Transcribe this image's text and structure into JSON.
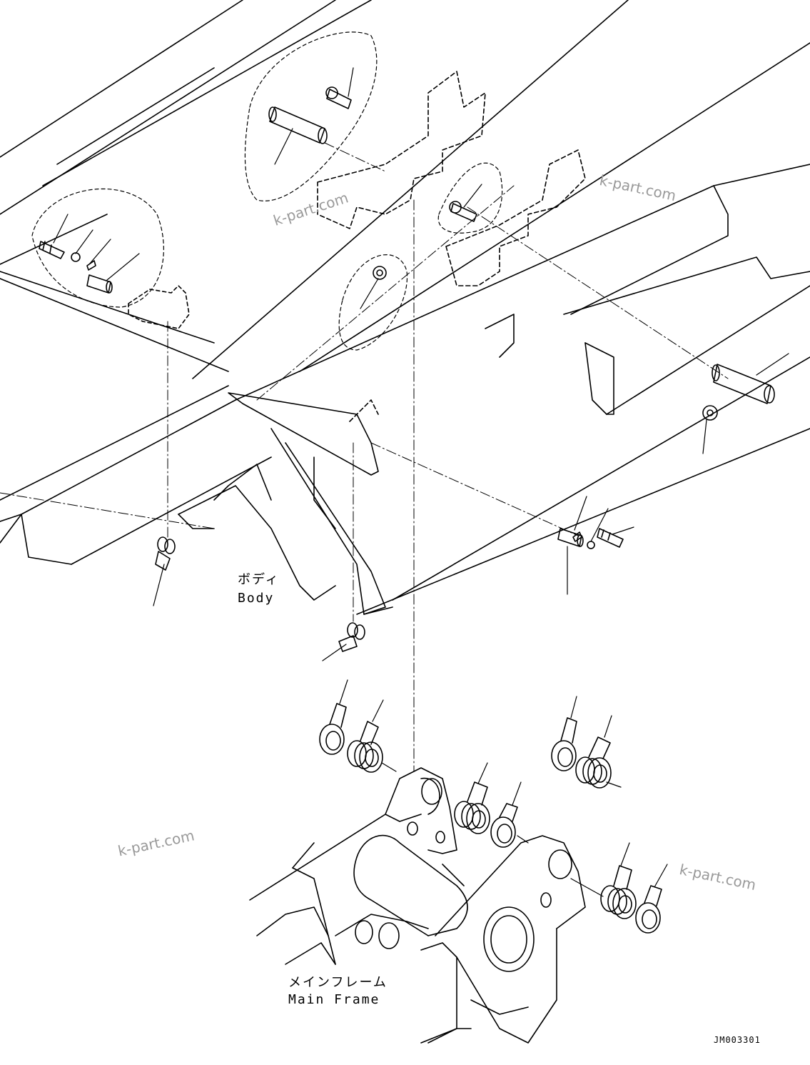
{
  "labels": {
    "body_jp": "ボディ",
    "body_en": "Body",
    "frame_jp": "メインフレーム",
    "frame_en": "Main Frame"
  },
  "watermark": "k-part.com",
  "drawing_code": "JM003301",
  "colors": {
    "line": "#000000",
    "watermark": "#9a9a9a",
    "background": "#ffffff"
  }
}
